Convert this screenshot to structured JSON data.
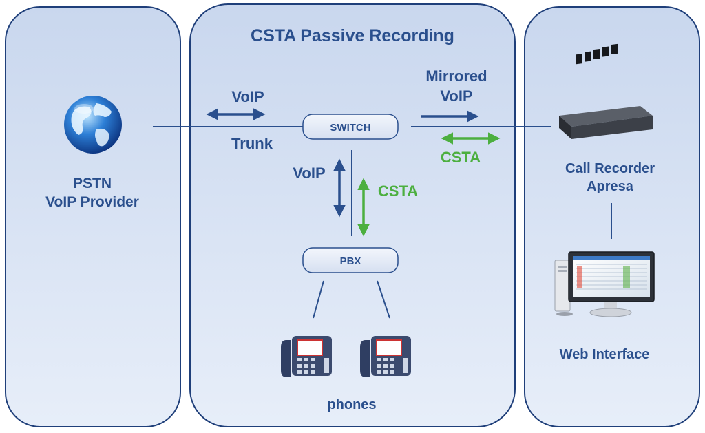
{
  "colors": {
    "panel_fill": "#dbe5f4",
    "panel_stroke": "#1f3f7a",
    "text_blue": "#2a4f8d",
    "arrow_blue": "#2a4f8d",
    "arrow_green": "#4caf3f",
    "box_fill": "#e6edf8"
  },
  "center": {
    "title": "CSTA Passive Recording"
  },
  "left": {
    "line1": "PSTN",
    "line2": "VoIP Provider",
    "icon": "globe-icon"
  },
  "trunk": {
    "top": "VoIP",
    "bottom": "Trunk"
  },
  "switch": {
    "label": "SWITCH"
  },
  "mirrored": {
    "line1": "Mirrored",
    "line2": "VoIP"
  },
  "csta_right": "CSTA",
  "vertical": {
    "voip": "VoIP",
    "csta": "CSTA"
  },
  "pbx": {
    "label": "PBX"
  },
  "phones": {
    "label": "phones",
    "icon": "desk-phone-icon"
  },
  "recorder": {
    "line1": "Call Recorder",
    "line2": "Apresa",
    "icon": "rack-server-icon"
  },
  "web": {
    "label": "Web Interface",
    "icon": "desktop-computer-icon"
  }
}
